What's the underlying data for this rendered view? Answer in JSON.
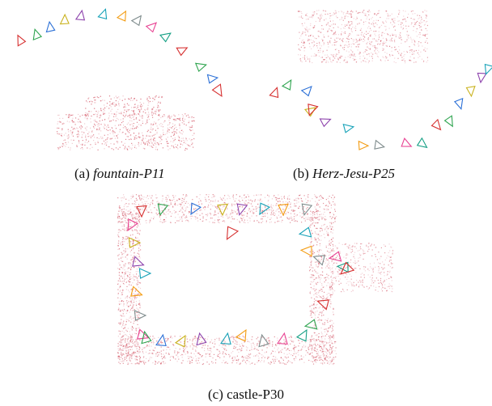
{
  "figure": {
    "panels": [
      {
        "id": "a",
        "label": "(a)",
        "name": "fountain-P11",
        "italic": true
      },
      {
        "id": "b",
        "label": "(b)",
        "name": "Herz-Jesu-P25",
        "italic": true
      },
      {
        "id": "c",
        "label": "(c)",
        "name": "castle-P30",
        "italic": false
      }
    ],
    "colors": {
      "point_cloud": "#c8283c",
      "point_cloud_light": "#e6a0aa",
      "camera_palette": [
        "#d62f2f",
        "#2ea44f",
        "#2a6fd6",
        "#c9b21c",
        "#8e44ad",
        "#17a2b8",
        "#f39c12",
        "#7f8c8d",
        "#e84393",
        "#16a085"
      ]
    }
  }
}
